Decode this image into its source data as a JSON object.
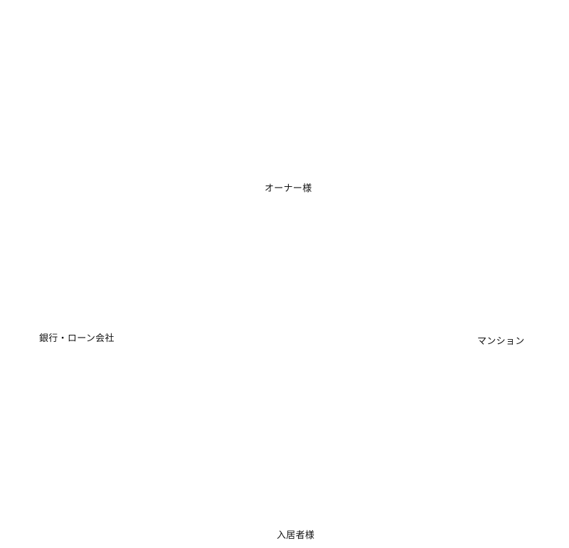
{
  "diagram": {
    "nodes": [
      {
        "id": "owner",
        "label": "オーナー様"
      },
      {
        "id": "bank",
        "label": "銀行・ローン会社"
      },
      {
        "id": "mansion",
        "label": "マンション"
      },
      {
        "id": "tenant",
        "label": "入居者様"
      }
    ]
  },
  "colors": {
    "background": "#ffffff",
    "text": "#111111"
  }
}
